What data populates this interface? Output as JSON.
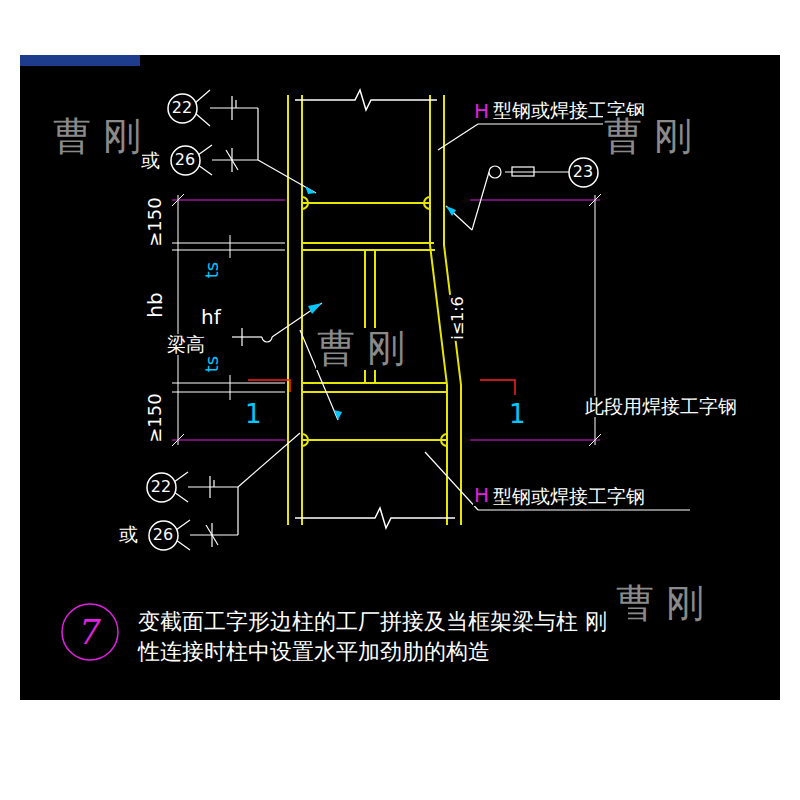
{
  "diagram": {
    "caption": "变截面工字形边柱的工厂拼接及当框架梁与柱 刚性连接时柱中设置水平加劲肋的构造",
    "nodes": [
      {
        "text": [
          "22"
        ]
      },
      {
        "text": [
          "26"
        ]
      },
      {
        "text": [
          "23"
        ]
      },
      {
        "text": [
          "22"
        ]
      },
      {
        "text": [
          "26"
        ]
      },
      {
        "text": [
          "7"
        ]
      }
    ],
    "labels": [
      "H",
      "型钢或焊接工字钢",
      "或",
      "≥150",
      "ts",
      "hb",
      "hf",
      "梁高",
      "ts",
      "i≤1:6",
      "≥150",
      "1",
      "1",
      "此段用焊接工字钢",
      "H",
      "型钢或焊接工字钢",
      "或",
      "曹 刚",
      "曹 刚",
      "曹 刚",
      "曹 刚"
    ]
  }
}
